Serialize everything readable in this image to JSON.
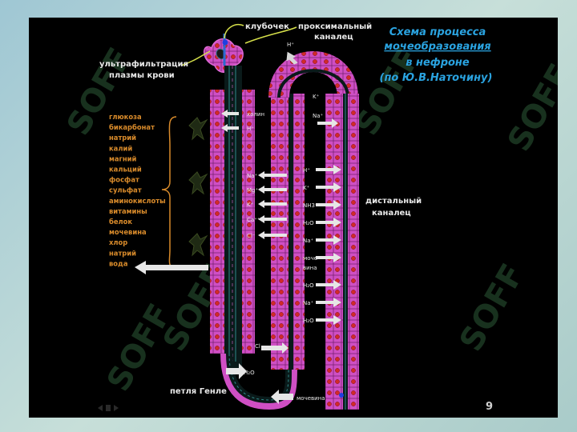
{
  "title": {
    "line1": "Схема процесса",
    "line2": "мочеобразования",
    "line3": "в нефроне",
    "line4": "(по Ю.В.Наточину)"
  },
  "labels": {
    "glomerulus": "клубочек",
    "proximal_1": "проксимальный",
    "proximal_2": "каналец",
    "ultrafiltration_1": "ультрафильтрация",
    "ultrafiltration_2": "плазмы крови",
    "distal_1": "дистальный",
    "distal_2": "каналец",
    "henle": "петля Генле",
    "page_number": "9"
  },
  "reabsorbed_substances": [
    "глюкоза",
    "бикарбонат",
    "натрий",
    "калий",
    "магний",
    "кальций",
    "фосфат",
    "сульфат",
    "аминокислоты",
    "витамины",
    "белок",
    "мочевина",
    "хлор",
    "натрий",
    "вода"
  ],
  "proximal_ions": {
    "choline": "холин",
    "h": "H⁺",
    "na": "Na⁺",
    "mg": "Mg⁺⁺",
    "k": "K⁺",
    "ca": "Ca⁺⁺",
    "cl": "Cl⁻"
  },
  "loop_ions": {
    "cl": "Cl",
    "h2o": "H₂O",
    "urea": "мочевина"
  },
  "top_ion": "H⁺",
  "distal_ions": [
    "K⁺",
    "Na⁺",
    "H⁺",
    "K⁺",
    "NH3⁺",
    "H₂O",
    "Na⁺",
    "моче-",
    "вина",
    "H₂O",
    "Na⁺",
    "H₂O"
  ],
  "watermark": "SOFF",
  "colors": {
    "background": "#000000",
    "tubule": "#d253c8",
    "cell_dot": "#d12a2a",
    "title": "#2aa3e0",
    "label": "#e8e8e8",
    "substance_list": "#d98b2b",
    "leader_line": "#d6e04a"
  }
}
